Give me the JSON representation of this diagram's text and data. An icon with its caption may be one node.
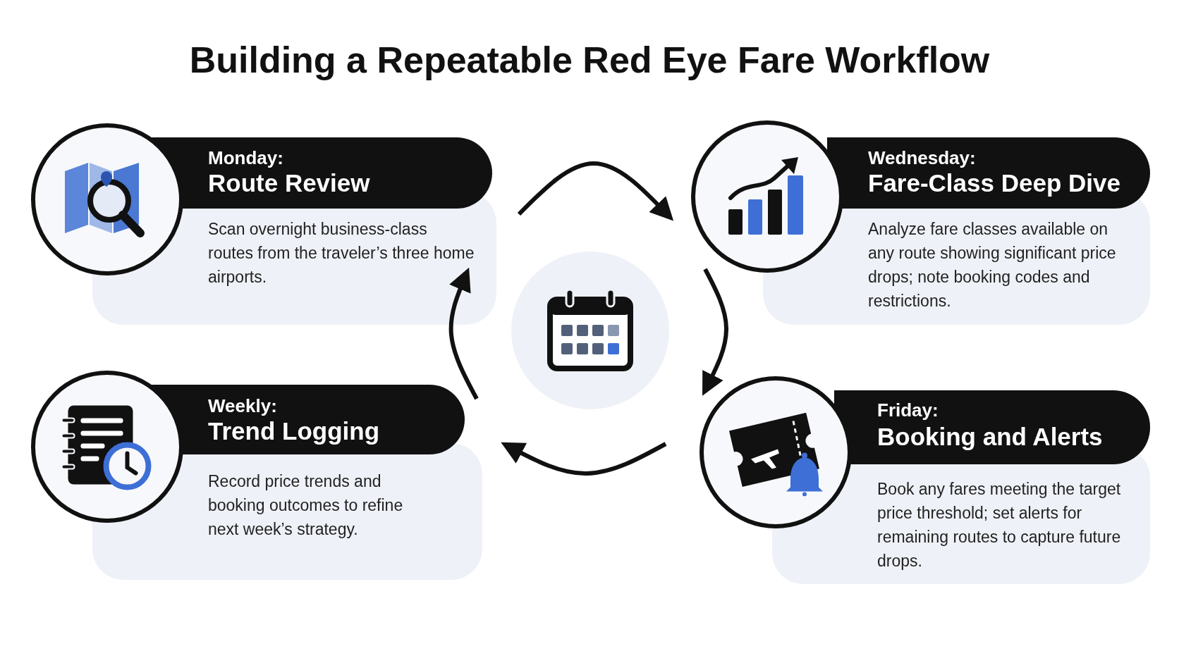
{
  "diagram": {
    "title": "Building a Repeatable Red Eye Fare Workflow",
    "nodes": [
      {
        "text": [
          "Monday:",
          "Route Review",
          "Scan overnight business-class routes from the traveler’s three home airports."
        ]
      },
      {
        "text": [
          "Wednesday:",
          "Fare-Class Deep Dive",
          "Analyze fare classes available on any route showing significant price drops; note booking codes and restrictions."
        ]
      },
      {
        "text": [],
        "shape": "circle"
      },
      {
        "text": [
          "Weekly:",
          "Trend Logging",
          "Record price trends and booking outcomes to refine next week’s strategy."
        ]
      },
      {
        "text": [
          "Friday:",
          "Booking and Alerts",
          "Book any fares meeting the target price threshold; set alerts for remaining routes to capture future drops."
        ]
      }
    ],
    "edges": [
      {
        "from": 0,
        "to": 1,
        "arrow": "to"
      },
      {
        "from": 1,
        "to": 4,
        "arrow": "to"
      },
      {
        "from": 4,
        "to": 3,
        "arrow": "to"
      },
      {
        "from": 3,
        "to": 0,
        "arrow": "to"
      }
    ]
  }
}
